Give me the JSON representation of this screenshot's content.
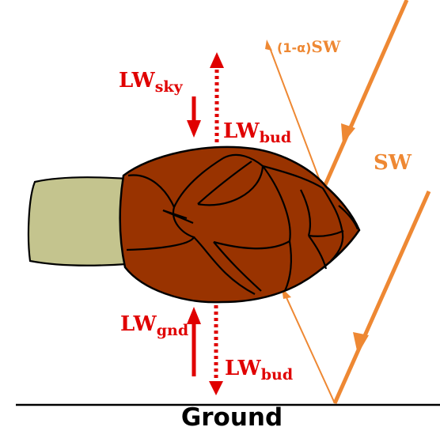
{
  "labels": {
    "lw_sky_main": "LW",
    "lw_sky_sub": "sky",
    "lw_bud_top_main": "LW",
    "lw_bud_top_sub": "bud",
    "lw_gnd_main": "LW",
    "lw_gnd_sub": "gnd",
    "lw_bud_bottom_main": "LW",
    "lw_bud_bottom_sub": "bud",
    "reflected_sw_prefix": "(1-α)",
    "reflected_sw_main": "SW",
    "sw": "SW",
    "ground": "Ground"
  },
  "colors": {
    "longwave_arrow": "#e00000",
    "shortwave_arrow": "#ee8833",
    "bud_scales": "#993300",
    "stem": "#c4c48e",
    "outline": "#000000",
    "ground_line": "#000000"
  }
}
